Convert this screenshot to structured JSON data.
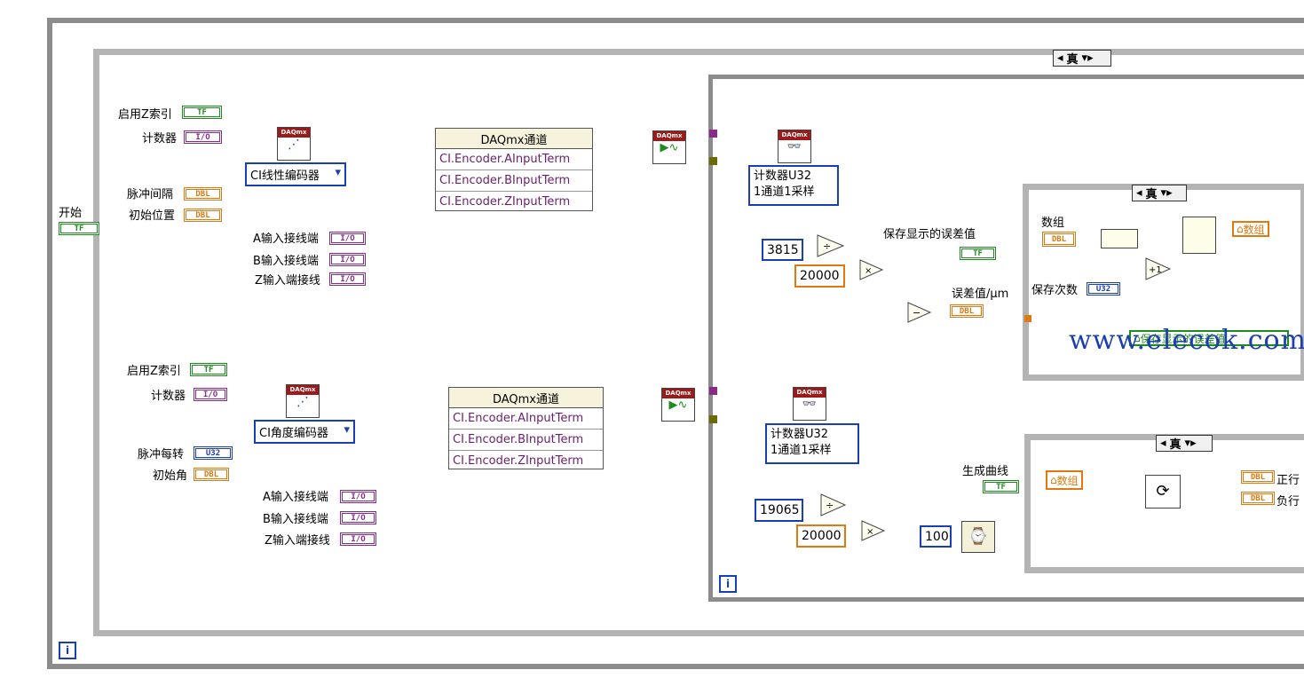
{
  "loop": {
    "start_label": "开始"
  },
  "cases": {
    "outer": "真",
    "save": "真",
    "curve": "真"
  },
  "top": {
    "zindex_label": "启用Z索引",
    "counter_label": "计数器",
    "encoder_type": "CI线性编码器",
    "pulse_interval_label": "脉冲间隔",
    "init_pos_label": "初始位置",
    "a_label": "A输入接线端",
    "b_label": "B输入接线端",
    "z_label": "Z输入端接线",
    "prop_title": "DAQmx通道",
    "prop_rows": [
      "CI.Encoder.AInputTerm",
      "CI.Encoder.BInputTerm",
      "CI.Encoder.ZInputTerm"
    ],
    "read_mode_line1": "计数器U32",
    "read_mode_line2": "1通道1采样",
    "const_a": "3815",
    "const_b": "20000"
  },
  "bottom": {
    "zindex_label": "启用Z索引",
    "counter_label": "计数器",
    "encoder_type": "CI角度编码器",
    "pulses_label": "脉冲每转",
    "init_angle_label": "初始角",
    "a_label": "A输入接线端",
    "b_label": "B输入接线端",
    "z_label": "Z输入端接线",
    "prop_title": "DAQmx通道",
    "prop_rows": [
      "CI.Encoder.AInputTerm",
      "CI.Encoder.BInputTerm",
      "CI.Encoder.ZInputTerm"
    ],
    "read_mode_line1": "计数器U32",
    "read_mode_line2": "1通道1采样",
    "const_a": "19065",
    "const_b": "20000",
    "wait_ms": "100"
  },
  "middle": {
    "save_error_label": "保存显示的误差值",
    "error_label": "误差值/μm",
    "array_label": "数组",
    "save_count_label": "保存次数",
    "array_local": "数组",
    "curve_label": "生成曲线",
    "curve_array_local": "数组",
    "out_pos": "正行",
    "out_neg": "负行",
    "hidden_local": "保存显示的误差值"
  },
  "type_tags": {
    "tf": "TF",
    "io": "I/O",
    "dbl": "DBL",
    "u32": "U32"
  },
  "iteration_symbol": "i",
  "daq_tag": "DAQmx",
  "watermark": "www.elecok.com",
  "colors": {
    "bool": "#1e8c1e",
    "io": "#8a2a8a",
    "dbl": "#e07a10",
    "u32": "#1a3fb0",
    "task": "#7a7a00"
  }
}
